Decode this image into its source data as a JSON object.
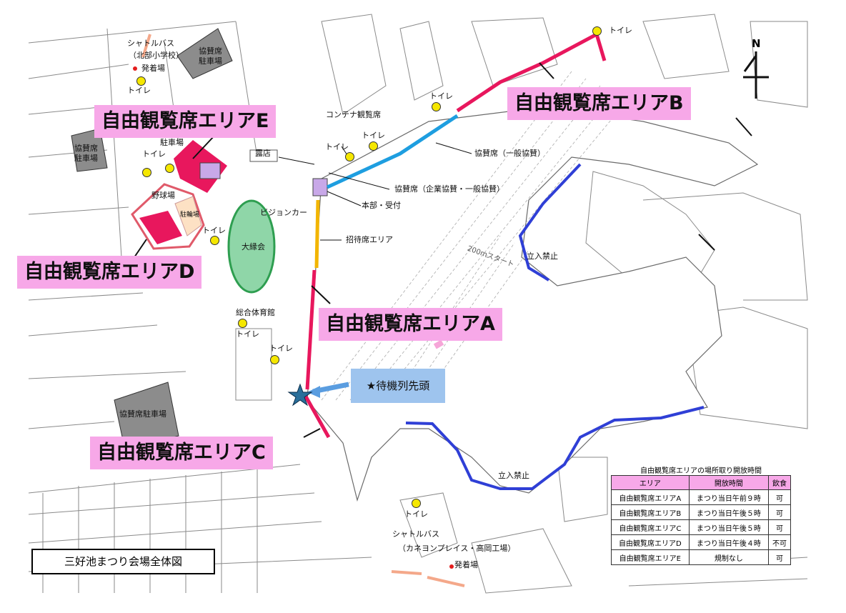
{
  "map_title": "三好池まつり会場全体図",
  "north_label": "N",
  "areas": {
    "a": "自由観覧席エリアA",
    "b": "自由観覧席エリアB",
    "c": "自由観覧席エリアC",
    "d": "自由観覧席エリアD",
    "e": "自由観覧席エリアE"
  },
  "queue_label": "★待機列先頭",
  "facilities": {
    "toilet": "トイレ",
    "container_seats": "コンテナ観覧席",
    "stalls": "露店",
    "sponsor_general": "協賛席（一般協賛）",
    "sponsor_corp": "協賛席（企業協賛・一般協賛）",
    "hq": "本部・受付",
    "invite": "招待席エリア",
    "vision_car": "ビジョンカー",
    "big_green": "大縁会",
    "baseball": "野球場",
    "bike_parking": "駐輪場",
    "gym": "総合体育館",
    "no_entry": "立入禁止",
    "start_200m": "200mスタート",
    "shuttle_north_1": "シャトルバス",
    "shuttle_north_2": "（北部小学校）",
    "shuttle_south_1": "シャトルバス",
    "shuttle_south_2": "（カネヨンプレイス・高岡工場）",
    "depart": "発着場",
    "sponsor_parking": "協賛席駐車場",
    "sponsor_parking_a": "協賛席",
    "sponsor_parking_b": "駐車場",
    "parking": "駐車場"
  },
  "hours_table": {
    "title": "自由観覧席エリアの場所取り開放時間",
    "headers": [
      "エリア",
      "開放時間",
      "飲食"
    ],
    "rows": [
      [
        "自由観覧席エリアA",
        "まつり当日午前９時",
        "可"
      ],
      [
        "自由観覧席エリアB",
        "まつり当日午後５時",
        "可"
      ],
      [
        "自由観覧席エリアC",
        "まつり当日午後５時",
        "可"
      ],
      [
        "自由観覧席エリアD",
        "まつり当日午後４時",
        "不可"
      ],
      [
        "自由観覧席エリアE",
        "規制なし",
        "可"
      ]
    ]
  },
  "colors": {
    "free_area": "#e8175d",
    "sponsor_line": "#1e9ee0",
    "invite_line": "#f2b500",
    "no_entry_line": "#2f3fd6",
    "label_bg": "#f7a8e8",
    "queue_bg": "#9ec4ee",
    "green_oval": "#8fd6a8"
  }
}
